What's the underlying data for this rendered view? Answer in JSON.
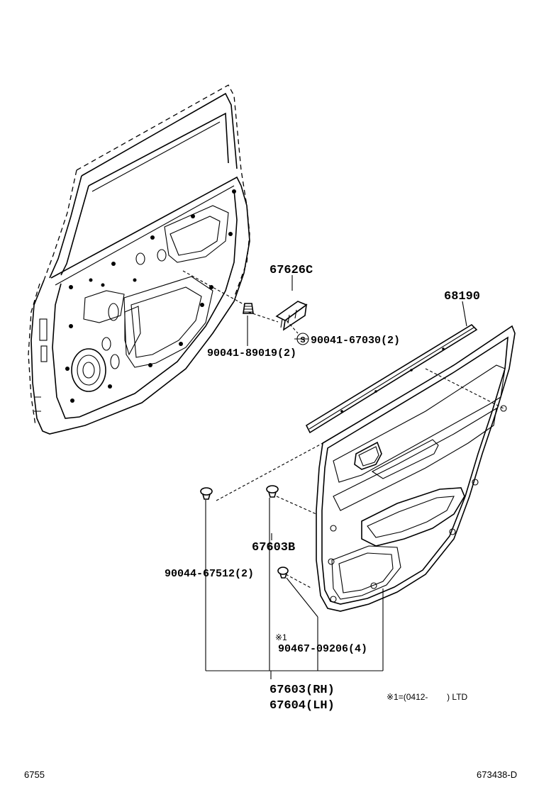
{
  "diagram": {
    "parts": {
      "clip_6762c": "67626C",
      "moulding": "68190",
      "screw_a": "90041-89019(2)",
      "screw_b": "90041-67030(2)",
      "clip_b": "67603B",
      "clip_c": "90044-67512(2)",
      "clip_d_mark": "※1",
      "clip_d": "90467-09206(4)",
      "trim_rh": "67603(RH)",
      "trim_lh": "67604(LH)"
    },
    "s_mark": "S",
    "note": "※1=(0412-        ) LTD",
    "page_number": "6755",
    "illustration_id": "673438-D"
  }
}
